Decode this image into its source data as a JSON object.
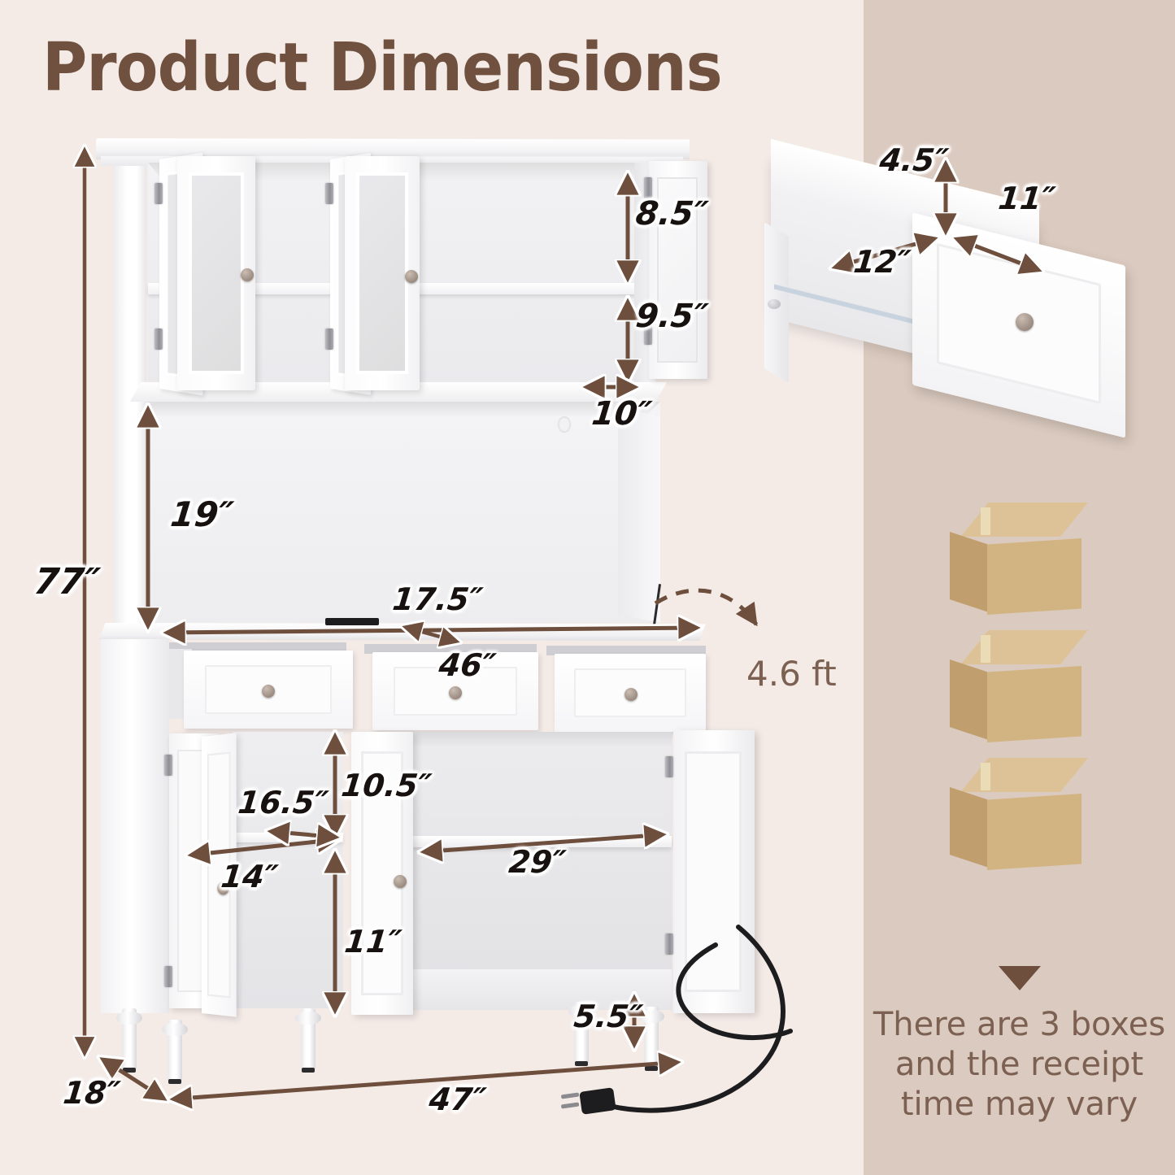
{
  "page": {
    "title": "Product Dimensions",
    "title_color": "#70513f",
    "bg_left_color": "#f4ebe7",
    "bg_right_color": "#dbcabf",
    "arrow_color": "#6e4f3e"
  },
  "main_unit": {
    "name": "kitchen-pantry-hutch-cabinet",
    "dimensions": {
      "total_height": "77″",
      "total_width": "47″",
      "total_depth": "18″",
      "upper_top_shelf_height": "8.5″",
      "upper_bottom_shelf_height": "9.5″",
      "upper_depth": "10″",
      "hutch_opening_height": "19″",
      "countertop_depth": "17.5″",
      "countertop_width": "46″",
      "lower_shelf_depth": "16.5″",
      "lower_left_width": "14″",
      "lower_upper_compartment_height": "10.5″",
      "lower_lower_compartment_height": "11″",
      "lower_right_width": "29″",
      "leg_height": "5.5″"
    },
    "cord_label": "4.6 ft"
  },
  "drawer_detail": {
    "name": "drawer-dimensions",
    "height": "4.5″",
    "width": "11″",
    "depth": "12″"
  },
  "packaging": {
    "box_count": 3,
    "caption_line_1": "There are 3 boxes",
    "caption_line_2": "and the receipt",
    "caption_line_3": "time may vary",
    "caption_full": "There are 3 boxes and the receipt time may vary"
  }
}
